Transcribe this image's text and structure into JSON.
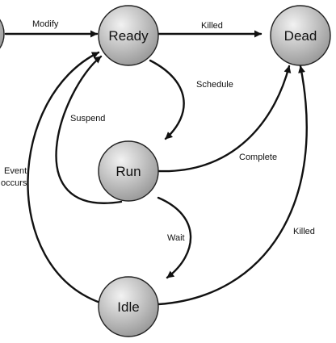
{
  "states": {
    "ready": "Ready",
    "dead": "Dead",
    "run": "Run",
    "idle": "Idle"
  },
  "transitions": {
    "modify": "Modify",
    "killed_top": "Killed",
    "schedule": "Schedule",
    "suspend": "Suspend",
    "complete": "Complete",
    "event_line1": "Event",
    "event_line2": "occurs",
    "wait": "Wait",
    "killed_right": "Killed"
  },
  "colors": {
    "node_fill_light": "#f2f2f2",
    "node_fill_dark": "#9a9a9a",
    "edge": "#111111"
  }
}
